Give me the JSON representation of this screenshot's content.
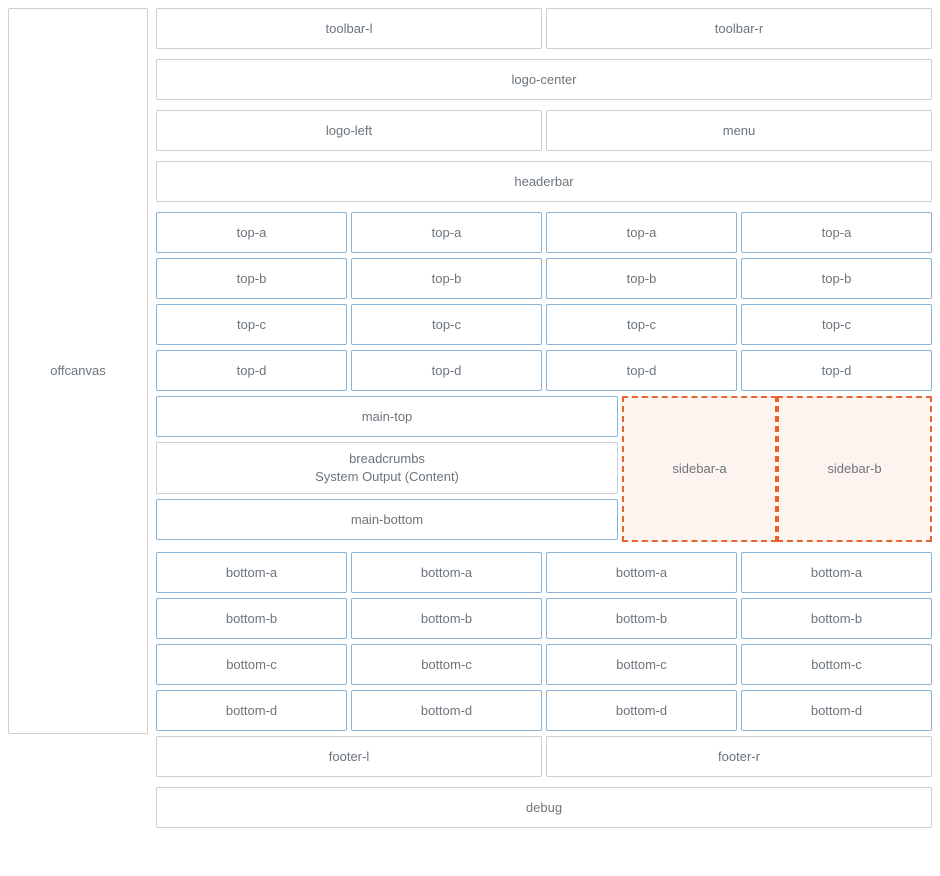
{
  "offcanvas": {
    "label": "offcanvas"
  },
  "toolbar": {
    "left_label": "toolbar-l",
    "right_label": "toolbar-r"
  },
  "logo": {
    "center_label": "logo-center",
    "left_label": "logo-left"
  },
  "menu": {
    "label": "menu"
  },
  "headerbar": {
    "label": "headerbar"
  },
  "top_rows": [
    {
      "label": "top-a",
      "cells": [
        "top-a",
        "top-a",
        "top-a",
        "top-a"
      ]
    },
    {
      "label": "top-b",
      "cells": [
        "top-b",
        "top-b",
        "top-b",
        "top-b"
      ]
    },
    {
      "label": "top-c",
      "cells": [
        "top-c",
        "top-c",
        "top-c",
        "top-c"
      ]
    },
    {
      "label": "top-d",
      "cells": [
        "top-d",
        "top-d",
        "top-d",
        "top-d"
      ]
    }
  ],
  "main": {
    "top_label": "main-top",
    "content_label": "breadcrumbs\nSystem Output (Content)",
    "bottom_label": "main-bottom"
  },
  "sidebar": {
    "a_label": "sidebar-a",
    "b_label": "sidebar-b"
  },
  "bottom_rows": [
    {
      "label": "bottom-a",
      "cells": [
        "bottom-a",
        "bottom-a",
        "bottom-a",
        "bottom-a"
      ]
    },
    {
      "label": "bottom-b",
      "cells": [
        "bottom-b",
        "bottom-b",
        "bottom-b",
        "bottom-b"
      ]
    },
    {
      "label": "bottom-c",
      "cells": [
        "bottom-c",
        "bottom-c",
        "bottom-c",
        "bottom-c"
      ]
    },
    {
      "label": "bottom-d",
      "cells": [
        "bottom-d",
        "bottom-d",
        "bottom-d",
        "bottom-d"
      ]
    }
  ],
  "footer": {
    "left_label": "footer-l",
    "right_label": "footer-r"
  },
  "debug": {
    "label": "debug"
  },
  "colors": {
    "border_blue": "#8ab4d8",
    "border_gray": "#cfcfcf",
    "border_dashed_orange": "#e8642f",
    "sidebar_fill": "#fdf4ef",
    "text": "#6c757d",
    "page_background": "#ffffff"
  }
}
